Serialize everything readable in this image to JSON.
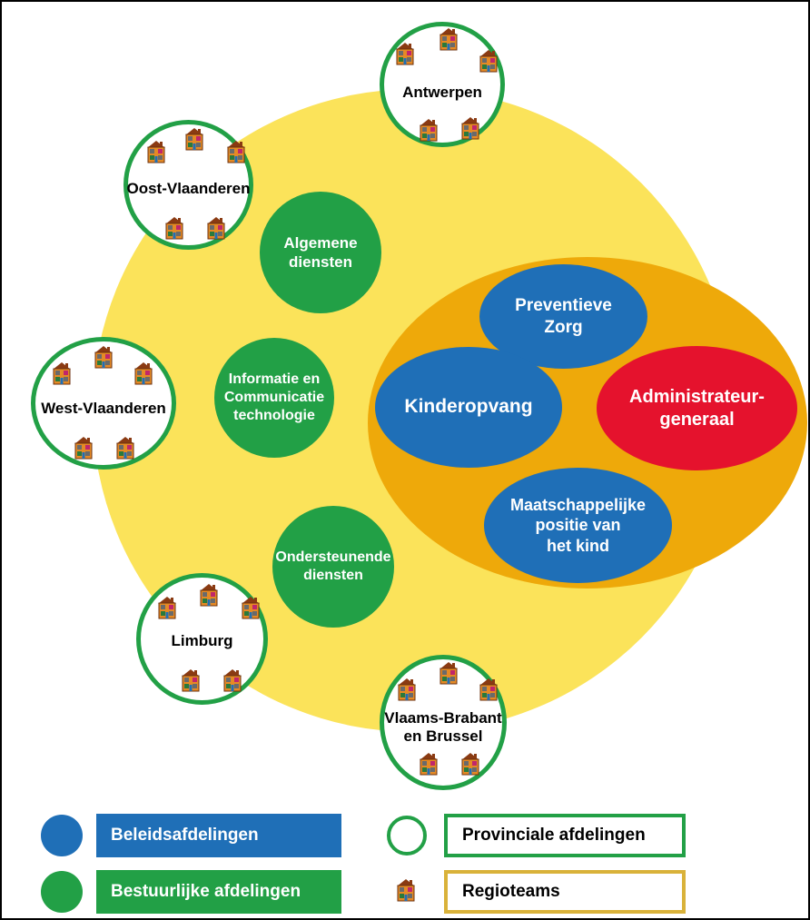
{
  "colors": {
    "beleid": "#1f6fb7",
    "bestuur": "#22a046",
    "admin": "#e5122d",
    "outer": "#fbe35a",
    "inner": "#eea90a",
    "regio_border": "#d9b23a"
  },
  "center": {
    "preventieve": "Preventieve\nZorg",
    "kinderopvang": "Kinderopvang",
    "admin": "Administrateur-\ngeneraal",
    "maatschappelijke": "Maatschappelijke\npositie van\nhet kind"
  },
  "bestuurlijk": {
    "algemene": "Algemene\ndiensten",
    "ict": "Informatie en\nCommunicatie\ntechnologie",
    "ondersteunende": "Ondersteunende\ndiensten"
  },
  "provinces": {
    "antwerpen": "Antwerpen",
    "oost": "Oost-Vlaanderen",
    "west": "West-Vlaanderen",
    "limburg": "Limburg",
    "vlaams": "Vlaams-Brabant\nen Brussel"
  },
  "legend": {
    "beleid": "Beleidsafdelingen",
    "bestuur": "Bestuurlijke afdelingen",
    "provinciaal": "Provinciale afdelingen",
    "regio": "Regioteams"
  },
  "icons": {
    "house": "house-icon"
  }
}
